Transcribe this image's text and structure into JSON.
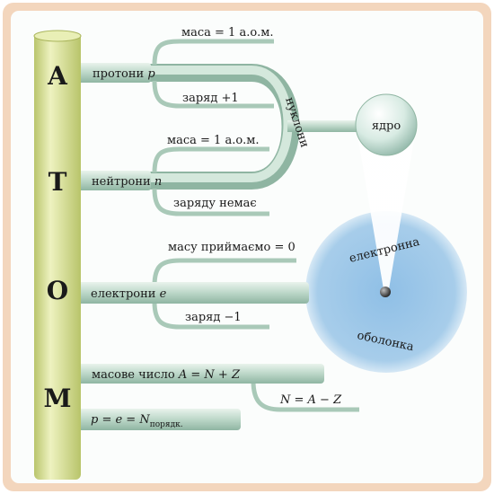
{
  "atom_letters": [
    "А",
    "Т",
    "О",
    "М"
  ],
  "protons": {
    "label": "протони",
    "symbol": "p",
    "mass": "маса = 1 а.о.м.",
    "charge": "заряд +1"
  },
  "neutrons": {
    "label": "нейтрони",
    "symbol": "n",
    "mass": "маса = 1 а.о.м.",
    "charge": "заряду немає"
  },
  "nucleons_label": "нуклони",
  "nucleus_label": "ядро",
  "electrons": {
    "label": "електрони",
    "symbol": "e",
    "mass": "масу приймаємо = 0",
    "charge": "заряд −1"
  },
  "shell_top": "електронна",
  "shell_bottom": "оболонка",
  "mass_number": {
    "text": "масове число ",
    "formula_A": "A",
    "formula_rest": " = N + Z"
  },
  "neutron_count": {
    "formula_N": "N",
    "formula_rest": " = A − Z"
  },
  "proton_rule": {
    "prefix": "p = e = N",
    "subscript": "порядк."
  },
  "colors": {
    "frame": "#f6dcc4",
    "trunk": "#d9e29a",
    "tube": "#b9d4c4",
    "shell": "#9cc6e6",
    "nucleus": "#dfeee8"
  }
}
